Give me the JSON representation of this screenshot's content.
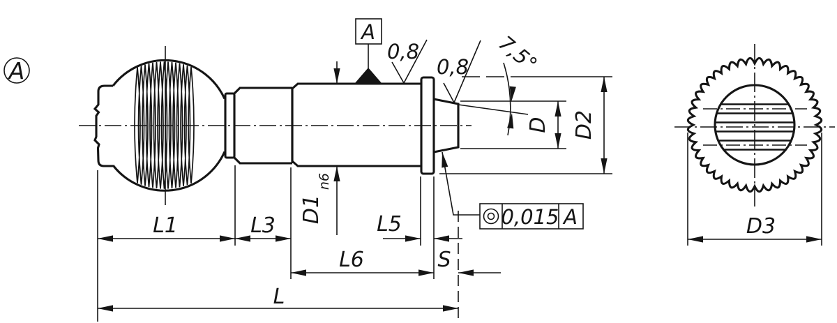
{
  "view_label": "A",
  "datum": "A",
  "roughness": {
    "first": "0,8",
    "second": "0,8"
  },
  "angle_label": "7,5°",
  "frame": {
    "symbol_icon": "concentricity-icon",
    "value": "0,015",
    "datum_ref": "A"
  },
  "dims": {
    "l1": "L1",
    "l3": "L3",
    "l5": "L5",
    "l6": "L6",
    "l": "L",
    "s": "S",
    "d": "D",
    "d1": "D1",
    "d1_fit": "n6",
    "d2": "D2",
    "d3": "D3"
  },
  "colors": {
    "ink": "#151515",
    "bg": "#ffffff"
  }
}
